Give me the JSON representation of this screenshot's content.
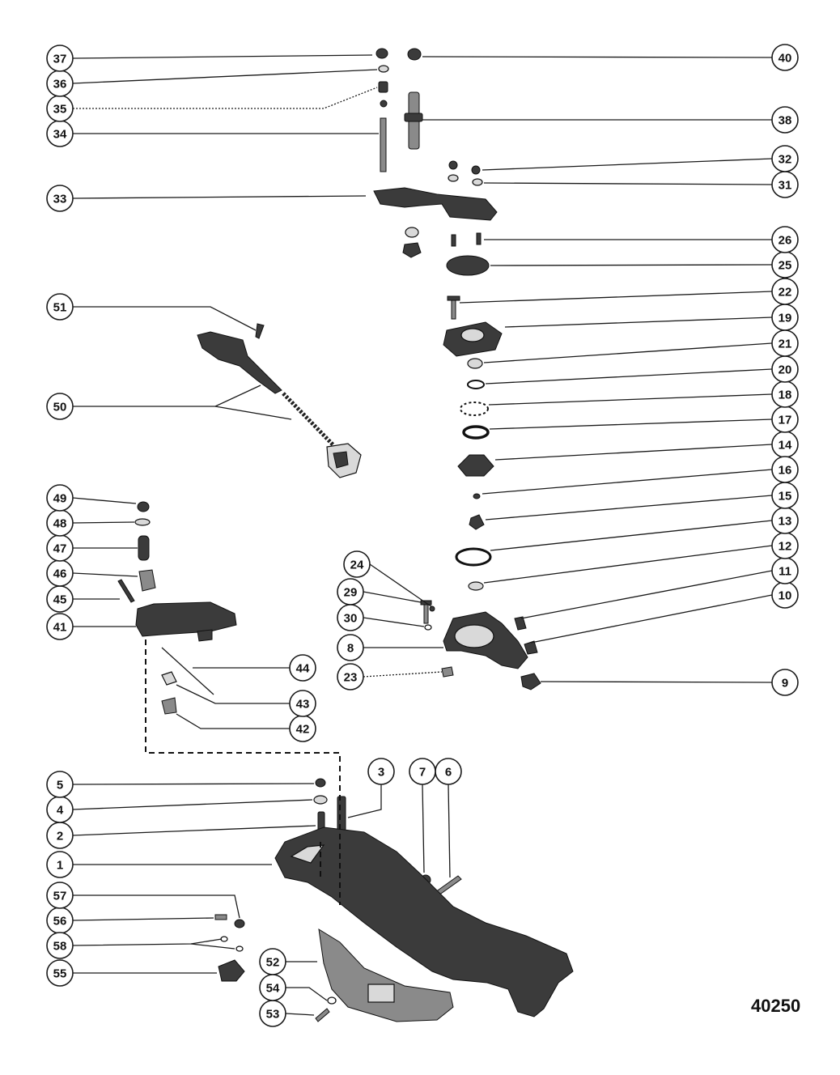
{
  "diagram": {
    "figure_number": "40250",
    "callouts": [
      "1",
      "2",
      "3",
      "4",
      "5",
      "6",
      "7",
      "8",
      "9",
      "10",
      "11",
      "12",
      "13",
      "14",
      "15",
      "16",
      "17",
      "18",
      "19",
      "20",
      "21",
      "22",
      "23",
      "24",
      "25",
      "26",
      "29",
      "30",
      "31",
      "32",
      "33",
      "34",
      "35",
      "36",
      "37",
      "38",
      "40",
      "41",
      "42",
      "43",
      "44",
      "45",
      "46",
      "47",
      "48",
      "49",
      "50",
      "51",
      "52",
      "53",
      "54",
      "55",
      "56",
      "57",
      "58"
    ]
  }
}
